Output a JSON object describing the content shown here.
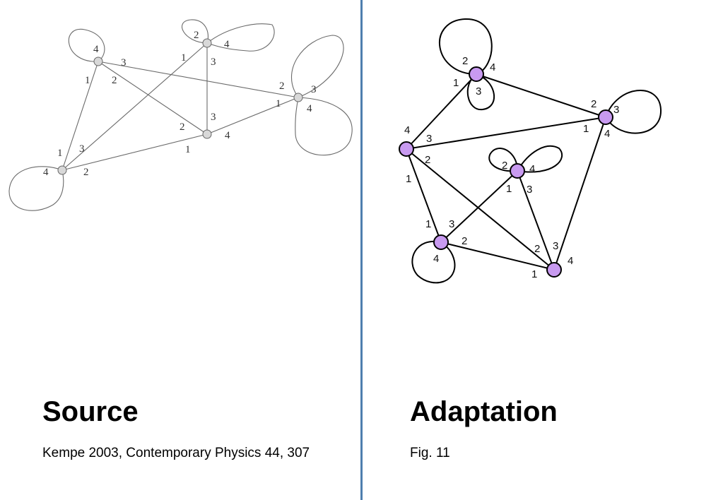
{
  "source": {
    "heading": "Source",
    "caption": "Kempe 2003, Contemporary Physics 44, 307",
    "graph": {
      "nodes": [
        {
          "id": "a",
          "labels": [
            "4",
            "3",
            "1",
            "2"
          ]
        },
        {
          "id": "b",
          "labels": [
            "2",
            "4",
            "1",
            "3"
          ]
        },
        {
          "id": "c",
          "labels": [
            "2",
            "3",
            "1",
            "4"
          ]
        },
        {
          "id": "d",
          "labels": [
            "2",
            "3",
            "4",
            "1"
          ]
        },
        {
          "id": "e",
          "labels": [
            "1",
            "3",
            "4",
            "2"
          ]
        }
      ],
      "edges": [
        [
          "a",
          "c"
        ],
        [
          "a",
          "d"
        ],
        [
          "a",
          "e"
        ],
        [
          "b",
          "d"
        ],
        [
          "b",
          "e"
        ],
        [
          "d",
          "e"
        ],
        [
          "c",
          "d"
        ]
      ]
    }
  },
  "adaptation": {
    "heading": "Adaptation",
    "caption": "Fig. 11",
    "graph": {
      "nodes": [
        {
          "id": "top",
          "labels": [
            "2",
            "4",
            "1",
            "3"
          ]
        },
        {
          "id": "right",
          "labels": [
            "2",
            "3",
            "1",
            "4"
          ]
        },
        {
          "id": "left",
          "labels": [
            "4",
            "3",
            "2",
            "1"
          ]
        },
        {
          "id": "center",
          "labels": [
            "2",
            "4",
            "1",
            "3"
          ]
        },
        {
          "id": "lower-left",
          "labels": [
            "1",
            "3",
            "2",
            "4"
          ]
        },
        {
          "id": "bottom-right",
          "labels": [
            "2",
            "3",
            "4",
            "1"
          ]
        }
      ],
      "node_color": "#c89af0"
    }
  },
  "divider_color": "#4f7fae"
}
